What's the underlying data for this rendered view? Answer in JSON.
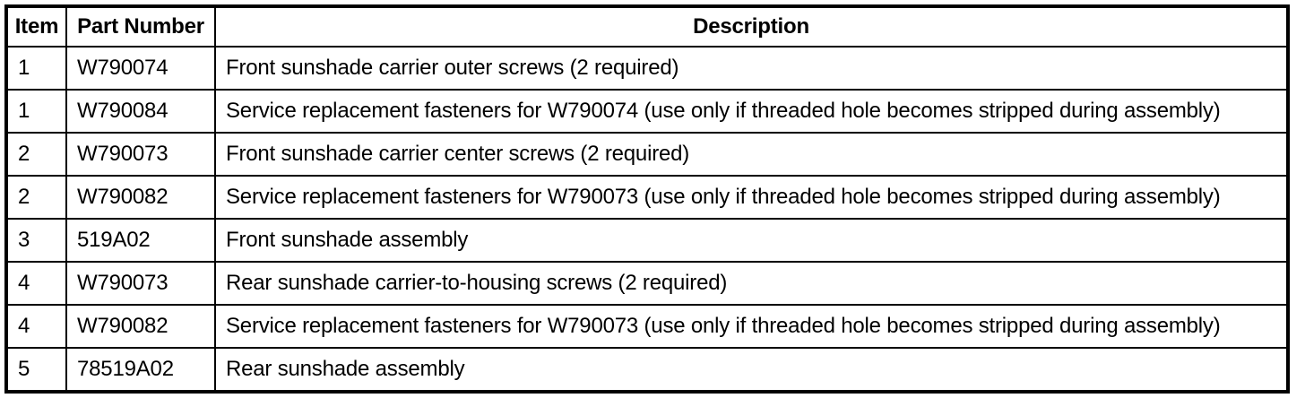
{
  "colors": {
    "background": "#ffffff",
    "border": "#000000",
    "text": "#000000"
  },
  "table": {
    "headers": [
      "Item",
      "Part Number",
      "Description"
    ],
    "rows": [
      {
        "item": "1",
        "part_number": "W790074",
        "description": "Front sunshade carrier outer screws (2 required)"
      },
      {
        "item": "1",
        "part_number": "W790084",
        "description": "Service replacement fasteners for W790074 (use only if threaded hole becomes stripped during assembly)"
      },
      {
        "item": "2",
        "part_number": "W790073",
        "description": "Front sunshade carrier center screws (2 required)"
      },
      {
        "item": "2",
        "part_number": "W790082",
        "description": "Service replacement fasteners for W790073 (use only if threaded hole becomes stripped during assembly)"
      },
      {
        "item": "3",
        "part_number": "519A02",
        "description": "Front sunshade assembly"
      },
      {
        "item": "4",
        "part_number": "W790073",
        "description": "Rear sunshade carrier-to-housing screws (2 required)"
      },
      {
        "item": "4",
        "part_number": "W790082",
        "description": "Service replacement fasteners for W790073 (use only if threaded hole becomes stripped during assembly)"
      },
      {
        "item": "5",
        "part_number": "78519A02",
        "description": "Rear sunshade assembly"
      }
    ]
  }
}
